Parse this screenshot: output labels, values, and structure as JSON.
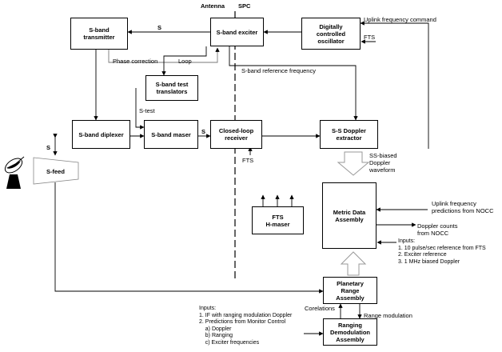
{
  "header": {
    "left": "Antenna",
    "right": "SPC"
  },
  "blocks": {
    "sband_transmitter": "S-band\ntransmitter",
    "sband_exciter": "S-band exciter",
    "digital_osc": "Digitally\ncontrolled\noscillator",
    "test_translators": "S-band test\ntranslators",
    "diplexer": "S-band diplexer",
    "maser": "S-band maser",
    "closed_loop": "Closed-loop\nreceiver",
    "ss_doppler": "S-S Doppler\nextractor",
    "sfeed": "S-feed",
    "fts_hmaser": "FTS\nH-maser",
    "metric_data": "Metric Data\nAssembly",
    "planetary": "Planetary\nRange\nAssembly",
    "ranging": "Ranging\nDemodulation\nAssembly"
  },
  "labels": {
    "s_top": "S",
    "uplink_cmd": "Uplink frequency command",
    "fts_osc": "FTS",
    "phase_corr": "Phase correction",
    "loop": "Loop",
    "sband_ref": "S-band reference frequency",
    "s_test": "S-test",
    "s_maser": "S",
    "s_feed": "S",
    "fts_recv": "FTS",
    "ss_biased": "SS-biased\nDoppler\nwaveform",
    "uplink_pred": "Uplink frequency\npredictions from NOCC",
    "doppler_counts": "Doppler counts\nfrom NOCC",
    "correlations": "Corelations",
    "range_mod": "Range modulation"
  },
  "metric_inputs": {
    "title": "Inputs:",
    "items": [
      "1. 10 pulse/sec reference from FTS",
      "2. Exciter reference",
      "3. 1 MHz biased Doppler"
    ]
  },
  "ranging_inputs": {
    "title": "Inputs:",
    "items": [
      "1. IF with ranging modulation Doppler",
      "2. Predictions from Monitor Control",
      "    a) Doppler",
      "    b) Ranging",
      "    c) Exciter frequencies"
    ]
  }
}
